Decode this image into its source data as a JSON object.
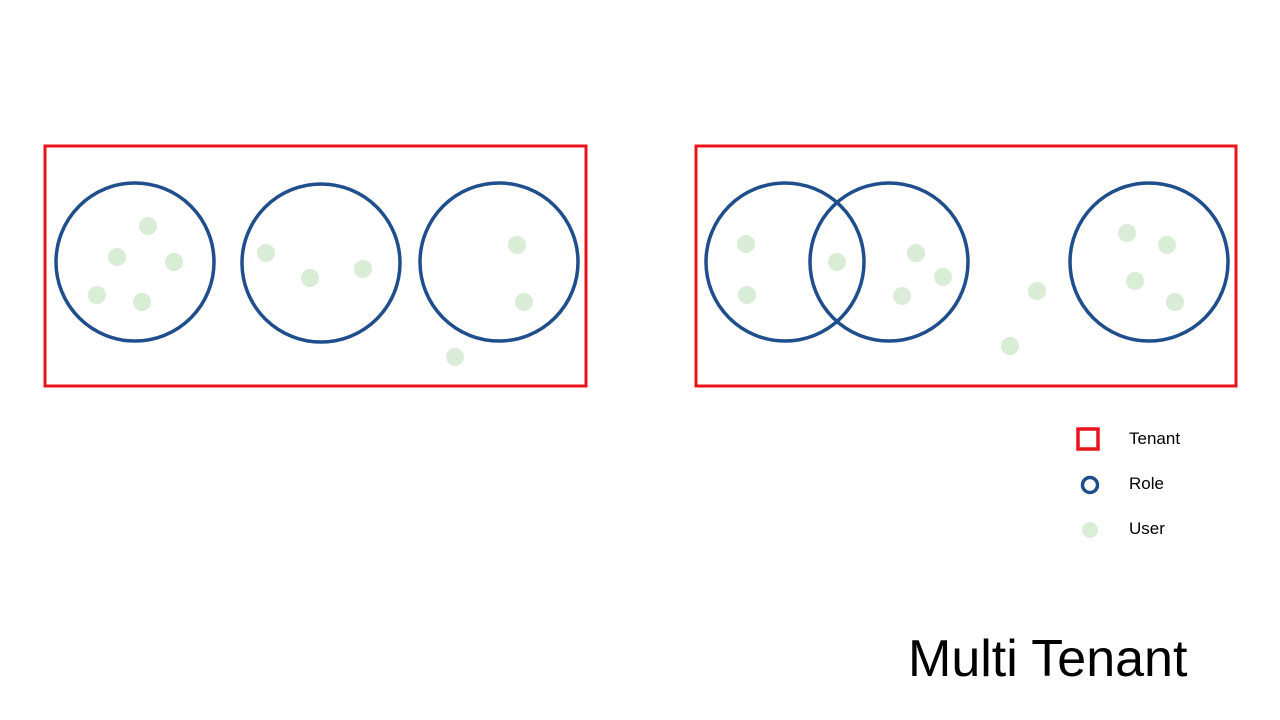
{
  "title": "Multi Tenant",
  "colors": {
    "tenant": "#e8141b",
    "role": "#1f4e8c",
    "user": "#d9ecd5"
  },
  "legend": {
    "tenant_label": "Tenant",
    "role_label": "Role",
    "user_label": "User"
  },
  "tenants": [
    {
      "roles": [
        {
          "user_count": 5
        },
        {
          "user_count": 3
        },
        {
          "user_count": 2
        }
      ],
      "unassigned_users": 1
    },
    {
      "roles": [
        {
          "user_count": 3,
          "overlaps_with_next": true
        },
        {
          "user_count": 4
        },
        {
          "user_count": 4
        }
      ],
      "unassigned_users": 2
    }
  ]
}
